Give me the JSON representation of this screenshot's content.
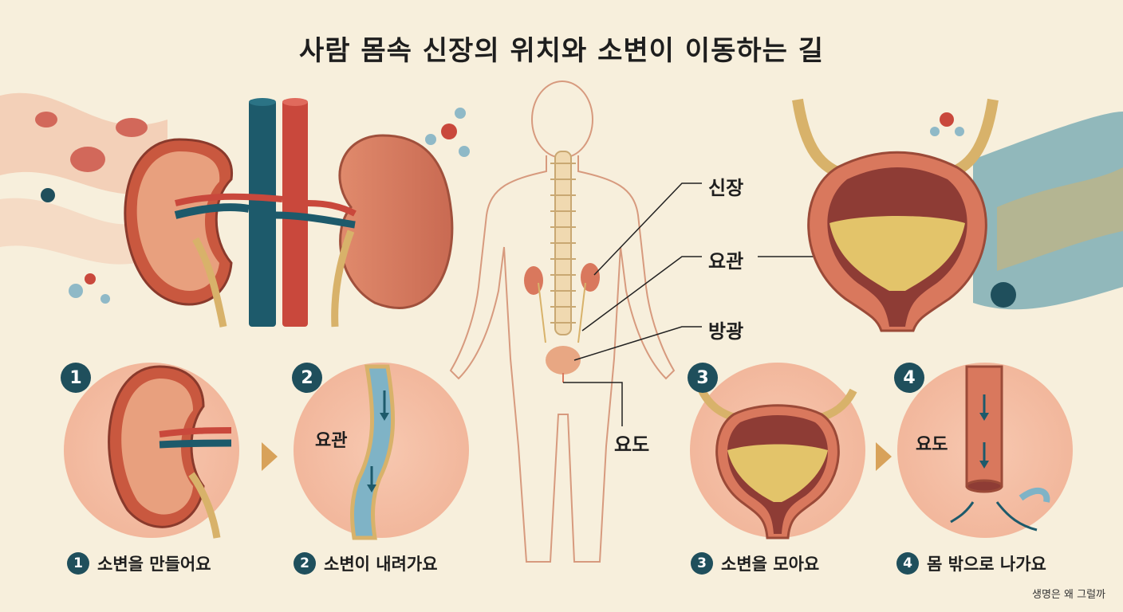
{
  "title": "사람 몸속 신장의 위치와 소변이 이동하는 길",
  "body_labels": {
    "kidney": "신장",
    "ureter": "요관",
    "bladder": "방광",
    "urethra": "요도"
  },
  "steps": [
    {
      "num": "1",
      "caption": "소변을 만들어요",
      "circle_label": ""
    },
    {
      "num": "2",
      "caption": "소변이 내려가요",
      "circle_label": "요관"
    },
    {
      "num": "3",
      "caption": "소변을 모아요",
      "circle_label": ""
    },
    {
      "num": "4",
      "caption": "몸 밖으로 나가요",
      "circle_label": "요도"
    }
  ],
  "credit": "생명은 왜 그럴까",
  "colors": {
    "background": "#f7efdc",
    "accent": "#1f4f5c",
    "kidney": "#d9785d",
    "artery": "#c9483c",
    "vein": "#1d5a6b",
    "urine": "#e3c46a"
  }
}
